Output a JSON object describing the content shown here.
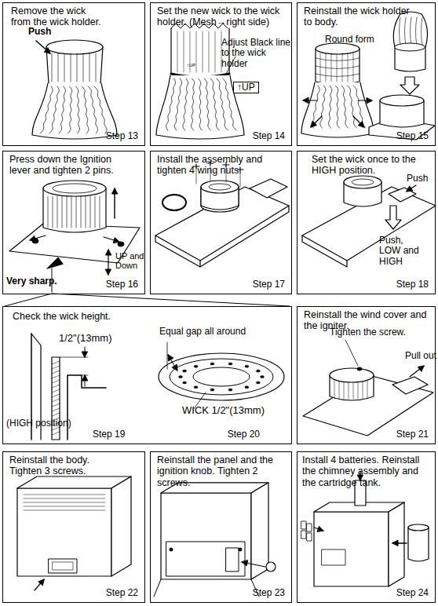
{
  "diagram": {
    "nodes": [
      {
        "text": [
          "Remove the wick from the wick holder.",
          "Step 13"
        ]
      },
      {
        "text": [
          "Set the new wick to the wick holder. (Mesh→right side)",
          "Step 14"
        ]
      },
      {
        "text": [
          "Reinstall the wick holder to body.",
          "Step 15"
        ]
      },
      {
        "text": [
          "Press down the Ignition lever and tighten 2 pins.",
          "Step 16"
        ]
      },
      {
        "text": [
          "Install the assembly and tighten 4 wing nuts.",
          "Step 17"
        ]
      },
      {
        "text": [
          "Set the wick once to the HIGH position.",
          "Step 18"
        ]
      },
      {
        "text": [
          "Check the wick height.",
          "Step 19",
          "Step 20"
        ]
      },
      {
        "text": [
          "Reinstall the wind cover and the igniter.",
          "Step 21"
        ]
      },
      {
        "text": [
          "Reinstall the body. Tighten 3 screws.",
          "Step 22"
        ]
      },
      {
        "text": [
          "Reinstall the panel and the ignition knob. Tighten 2 screws.",
          "Step 23"
        ]
      },
      {
        "text": [
          "Install 4 batteries. Reinstall the chimney assembly and the cartridge tank.",
          "Step 24"
        ]
      }
    ],
    "edges": [
      {
        "from": 3,
        "to": 6,
        "arrow": "none"
      }
    ],
    "labels": [
      "Push",
      "Adjust Black line to the wick holder",
      "↑UP",
      "↑UP",
      "Round form",
      "UP and Down",
      "Very sharp.",
      "Push",
      "Push, LOW and HIGH",
      "1/2\"(13mm)",
      "(HIGH position)",
      "Equal gap all around",
      "WICK 1/2\"(13mm)",
      "Tighten the screw.",
      "Pull out"
    ]
  }
}
